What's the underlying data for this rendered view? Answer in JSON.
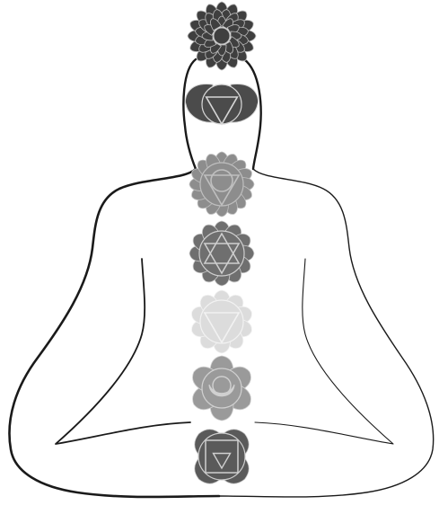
{
  "figure": {
    "background": "#ffffff",
    "outline_color": "#1a1a1a"
  },
  "chakras": [
    {
      "name": "crown",
      "icon": "thousand-petal-lotus-icon",
      "petals": 16,
      "layers": 3,
      "fill": "#3f3f3f",
      "stroke": "#bdbdbd",
      "center": "circle"
    },
    {
      "name": "third-eye",
      "icon": "two-petal-triangle-icon",
      "petals": 2,
      "fill": "#4b4b4b",
      "stroke": "#d6d6d6",
      "center": "downward-triangle"
    },
    {
      "name": "throat",
      "icon": "sixteen-petal-lotus-icon",
      "petals": 16,
      "fill": "#8d8d8d",
      "stroke": "#bfbfbf",
      "center": "triangle-in-circle"
    },
    {
      "name": "heart",
      "icon": "twelve-petal-hexagram-icon",
      "petals": 12,
      "fill": "#6f6f6f",
      "stroke": "#cfcfcf",
      "center": "hexagram"
    },
    {
      "name": "solar-plexus",
      "icon": "ten-petal-triangle-icon",
      "petals": 10,
      "fill": "#dcdcdc",
      "stroke": "#f2f2f2",
      "center": "downward-triangle"
    },
    {
      "name": "sacral",
      "icon": "six-petal-crescent-icon",
      "petals": 6,
      "fill": "#9a9a9a",
      "stroke": "#d0d0d0",
      "center": "crescent"
    },
    {
      "name": "root",
      "icon": "four-petal-square-icon",
      "petals": 4,
      "fill": "#5a5a5a",
      "stroke": "#cfcfcf",
      "center": "square-triangle"
    }
  ]
}
